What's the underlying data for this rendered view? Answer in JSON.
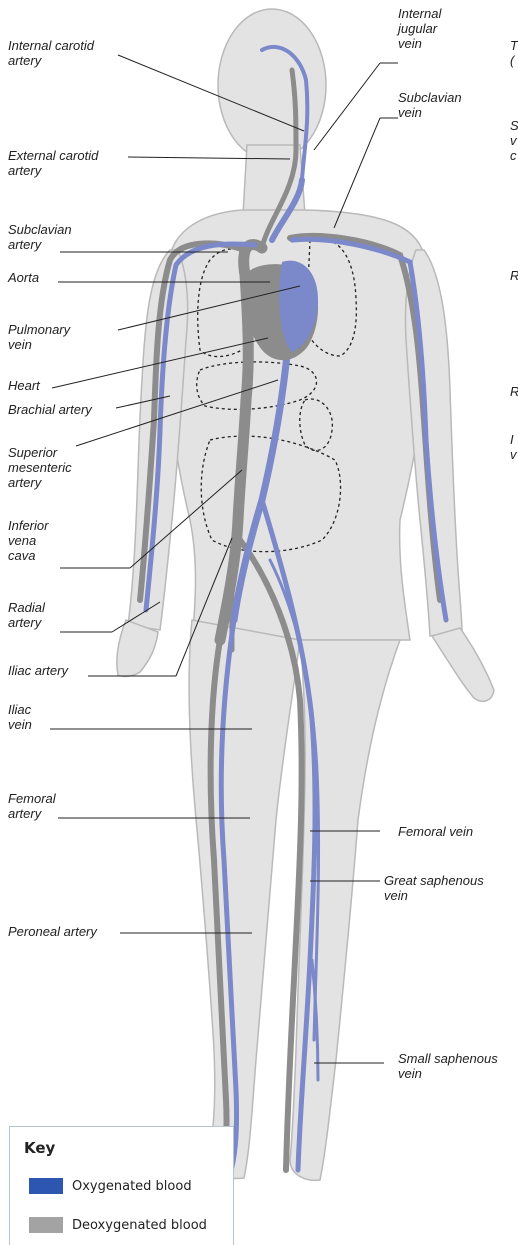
{
  "labels_left": {
    "internal_carotid_artery": "Internal carotid\nartery",
    "external_carotid_artery": "External carotid\nartery",
    "subclavian_artery": "Subclavian\nartery",
    "aorta": "Aorta",
    "pulmonary_vein": "Pulmonary\nvein",
    "heart": "Heart",
    "brachial_artery": "Brachial artery",
    "superior_mesenteric_artery": "Superior\nmesenteric\nartery",
    "inferior_vena_cava": "Inferior\nvena\ncava",
    "radial_artery": "Radial\nartery",
    "iliac_artery": "Iliac artery",
    "iliac_vein": "Iliac\nvein",
    "femoral_artery": "Femoral\nartery",
    "peroneal_artery": "Peroneal artery"
  },
  "labels_right": {
    "internal_jugular_vein": "Internal\njugular\nvein",
    "subclavian_vein": "Subclavian\nvein",
    "femoral_vein": "Femoral vein",
    "great_saphenous_vein": "Great saphenous\nvein",
    "small_saphenous_vein": "Small saphenous\nvein"
  },
  "labels_cut_off": {
    "t": "T\n(",
    "s": "S\nv\nc",
    "r1": "R",
    "r2": "R",
    "i": "I\nv"
  },
  "key": {
    "title": "Key",
    "oxygenated_label": "Oxygenated blood",
    "deoxygenated_label": "Deoxygenated blood",
    "oxygenated_color": "#2c56b0",
    "deoxygenated_color": "#a3a3a3"
  },
  "colors": {
    "body_fill": "#e3e3e3",
    "body_outline": "#b9b9b9",
    "vein_blue": "#7b88c9",
    "artery_grey": "#8c8c8c",
    "leader_line": "#222222"
  }
}
